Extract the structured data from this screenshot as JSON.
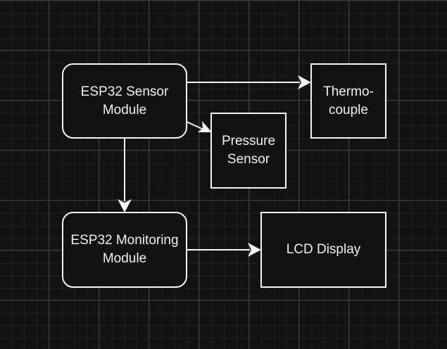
{
  "diagram": {
    "type": "block-diagram",
    "background": "#121212",
    "stroke_color": "#f4f4f4",
    "text_color": "#f0f0f0",
    "nodes": [
      {
        "id": "esp32-sensor",
        "label": "ESP32 Sensor\nModule",
        "shape": "rounded-rectangle"
      },
      {
        "id": "thermocouple",
        "label": "Thermo-\ncouple",
        "shape": "rectangle"
      },
      {
        "id": "pressure-sensor",
        "label": "Pressure\nSensor",
        "shape": "rectangle"
      },
      {
        "id": "esp32-monitoring",
        "label": "ESP32 Monitoring\nModule",
        "shape": "rounded-rectangle"
      },
      {
        "id": "lcd-display",
        "label": "LCD Display",
        "shape": "rectangle"
      }
    ],
    "edges": [
      {
        "from": "esp32-sensor",
        "to": "thermocouple"
      },
      {
        "from": "esp32-sensor",
        "to": "pressure-sensor"
      },
      {
        "from": "esp32-sensor",
        "to": "esp32-monitoring"
      },
      {
        "from": "esp32-monitoring",
        "to": "lcd-display"
      }
    ]
  }
}
